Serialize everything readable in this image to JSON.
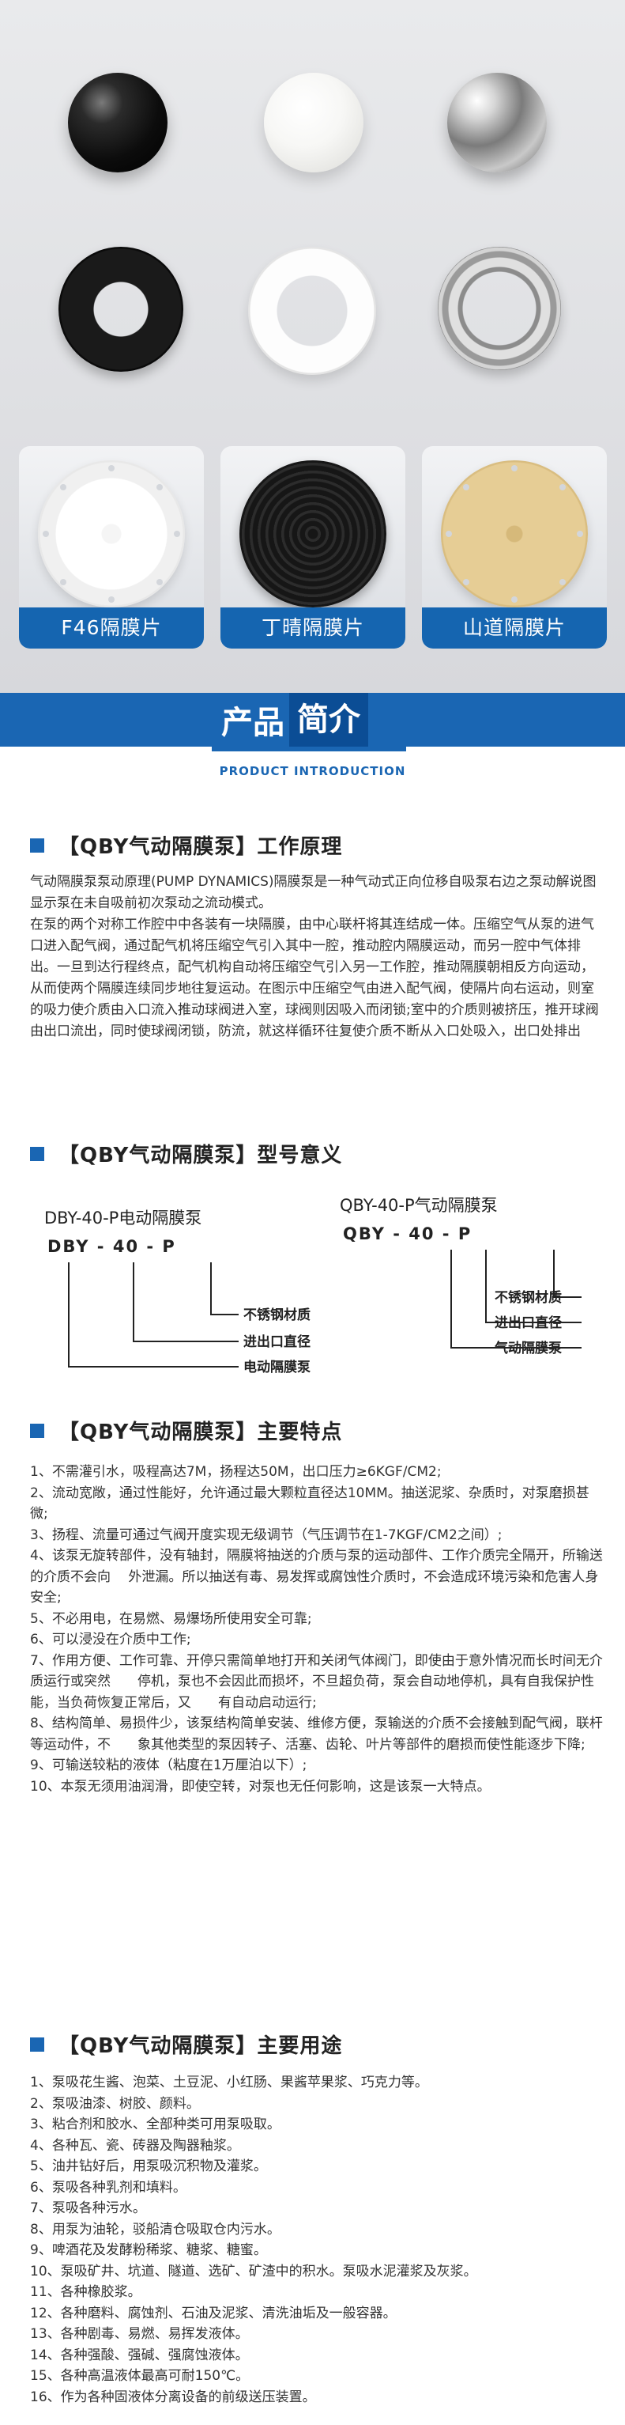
{
  "colors": {
    "brand_blue": "#1a66b3",
    "dark_blue": "#0b4d95",
    "card_label_bg": "#1565b0"
  },
  "products": [
    {
      "label": "F46隔膜片",
      "color": "white"
    },
    {
      "label": "丁晴隔膜片",
      "color": "black"
    },
    {
      "label": "山道隔膜片",
      "color": "tan"
    }
  ],
  "intro": {
    "title_a": "产品",
    "title_b": "简介",
    "subtitle": "PRODUCT INTRODUCTION"
  },
  "principle": {
    "heading": "【QBY气动隔膜泵】工作原理",
    "paragraphs": [
      "气动隔膜泵泵动原理(PUMP DYNAMICS)隔膜泵是一种气动式正向位移自吸泵右边之泵动解说图显示泵在未自吸前初次泵动之流动模式。",
      "在泵的两个对称工作腔中中各装有一块隔膜，由中心联杆将其连结成一体。压缩空气从泵的进气口进入配气阀，通过配气机将压缩空气引入其中一腔，推动腔内隔膜运动，而另一腔中气体排出。一旦到达行程终点，配气机构自动将压缩空气引入另一工作腔，推动隔膜朝相反方向运动，从而使两个隔膜连续同步地往复运动。在图示中压缩空气由进入配气阀，使隔片向右运动，则室的吸力使介质由入口流入推动球阀进入室，球阀则因吸入而闭锁;室中的介质则被挤压，推开球阀由出口流出，同时使球阀闭锁，防流，就这样循环往复使介质不断从入口处吸入，出口处排出"
    ]
  },
  "model": {
    "heading": "【QBY气动隔膜泵】型号意义",
    "left": {
      "title": "DBY-40-P电动隔膜泵",
      "code": "DBY - 40 - P",
      "labels": [
        "不锈钢材质",
        "进出口直径",
        "电动隔膜泵"
      ]
    },
    "right": {
      "title": "QBY-40-P气动隔膜泵",
      "code": "QBY - 40 - P",
      "labels": [
        "不锈钢材质",
        "进出口直径",
        "气动隔膜泵"
      ]
    }
  },
  "features": {
    "heading": "【QBY气动隔膜泵】主要特点",
    "items": [
      "1、不需灌引水，吸程高达7M，扬程达50M，出口压力≥6KGF/CM2;",
      "2、流动宽敞，通过性能好，允许通过最大颗粒直径达10MM。抽送泥浆、杂质时，对泵磨损甚微;",
      "3、扬程、流量可通过气阀开度实现无级调节（气压调节在1-7KGF/CM2之间）;",
      "4、该泵无旋转部件，没有轴封，隔膜将抽送的介质与泵的运动部件、工作介质完全隔开，所输送的介质不会向　 外泄漏。所以抽送有毒、易发挥或腐蚀性介质时，不会造成环境污染和危害人身安全;",
      "5、不必用电，在易燃、易爆场所使用安全可靠;",
      "6、可以浸没在介质中工作;",
      "7、作用方便、工作可靠、开停只需简单地打开和关闭气体阀门，即使由于意外情况而长时间无介质运行或突然　　停机，泵也不会因此而损坏，不旦超负荷，泵会自动地停机，具有自我保护性能，当负荷恢复正常后，又　　有自动启动运行;",
      "8、结构简单、易损件少，该泵结构简单安装、维修方便，泵输送的介质不会接触到配气阀，联杆等运动件，不　　象其他类型的泵因转子、活塞、齿轮、叶片等部件的磨损而使性能逐步下降;",
      "9、可输送较粘的液体（粘度在1万厘泊以下）;",
      "10、本泵无须用油润滑，即使空转，对泵也无任何影响，这是该泵一大特点。"
    ]
  },
  "uses": {
    "heading": "【QBY气动隔膜泵】主要用途",
    "items": [
      "1、泵吸花生酱、泡菜、土豆泥、小红肠、果酱苹果浆、巧克力等。",
      "2、泵吸油漆、树胶、颜料。",
      "3、粘合剂和胶水、全部种类可用泵吸取。",
      "4、各种瓦、瓷、砖器及陶器釉浆。",
      "5、油井钻好后，用泵吸沉积物及灌浆。",
      "6、泵吸各种乳剂和填料。",
      "7、泵吸各种污水。",
      "8、用泵为油轮，驳船清仓吸取仓内污水。",
      "9、啤酒花及发酵粉稀浆、糖浆、糖蜜。",
      "10、泵吸矿井、坑道、隧道、选矿、矿渣中的积水。泵吸水泥灌浆及灰浆。",
      "11、各种橡胶浆。",
      "12、各种磨料、腐蚀剂、石油及泥浆、清洗油垢及一般容器。",
      "13、各种剧毒、易燃、易挥发液体。",
      "14、各种强酸、强碱、强腐蚀液体。",
      "15、各种高温液体最高可耐150℃。",
      "16、作为各种固液体分离设备的前级送压装置。"
    ]
  }
}
